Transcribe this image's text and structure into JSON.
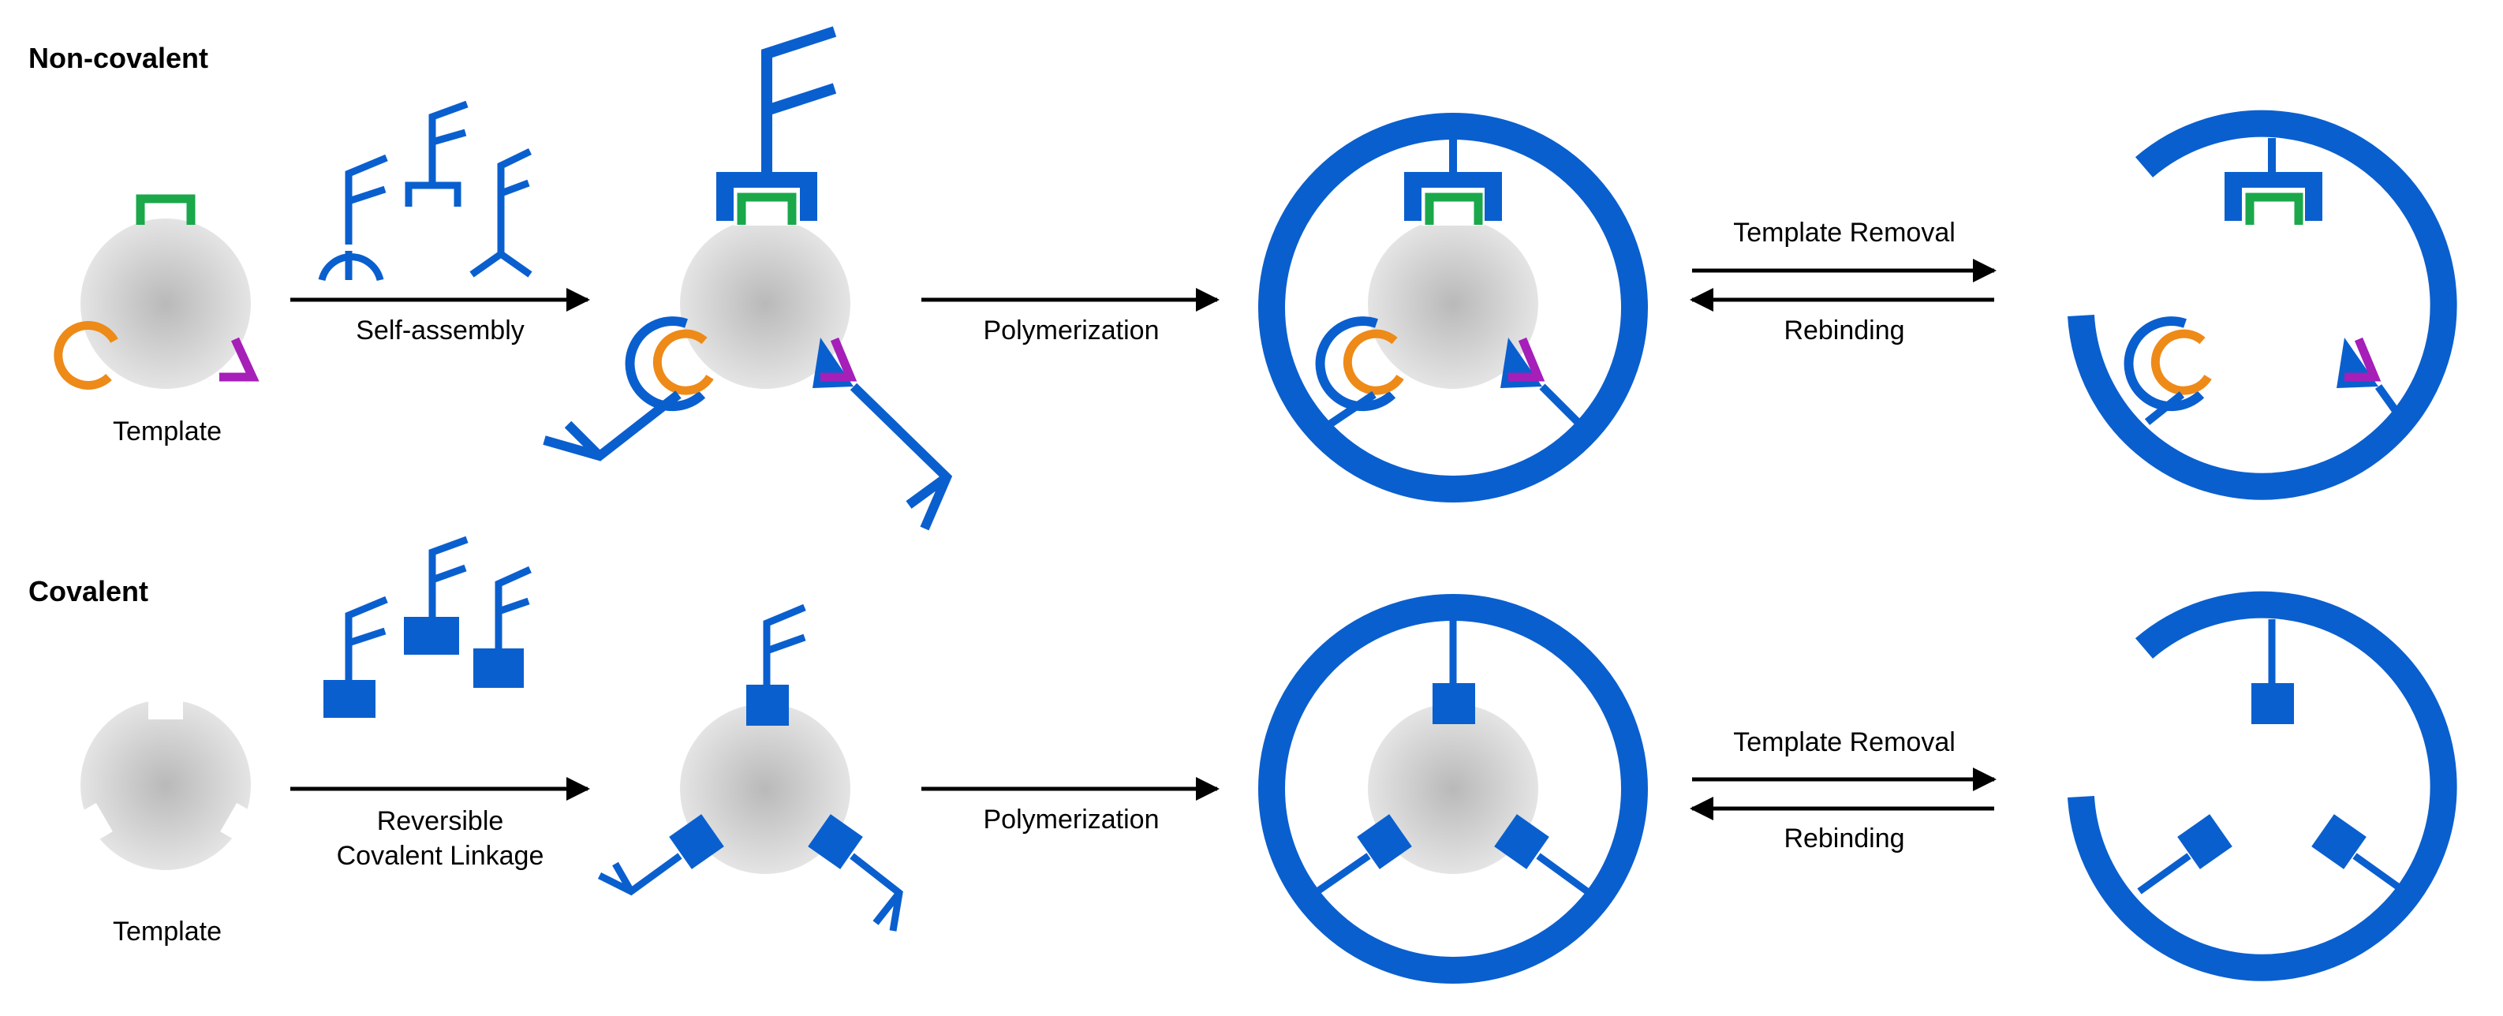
{
  "rows": [
    {
      "title": "Non-covalent",
      "template_label": "Template",
      "step1_label": "Self-assembly",
      "step2_label": "Polymerization",
      "forward_label": "Template Removal",
      "reverse_label": "Rebinding"
    },
    {
      "title": "Covalent",
      "template_label": "Template",
      "step1_label_line1": "Reversible",
      "step1_label_line2": "Covalent Linkage",
      "step2_label": "Polymerization",
      "forward_label": "Template Removal",
      "reverse_label": "Rebinding"
    }
  ],
  "colors": {
    "monomer_blue": "#0a5fcf",
    "site_green": "#1aa84a",
    "site_orange": "#ee8a17",
    "site_purple": "#a51fb8",
    "template_gray": "#cfcfcf",
    "arrow": "#000000"
  }
}
